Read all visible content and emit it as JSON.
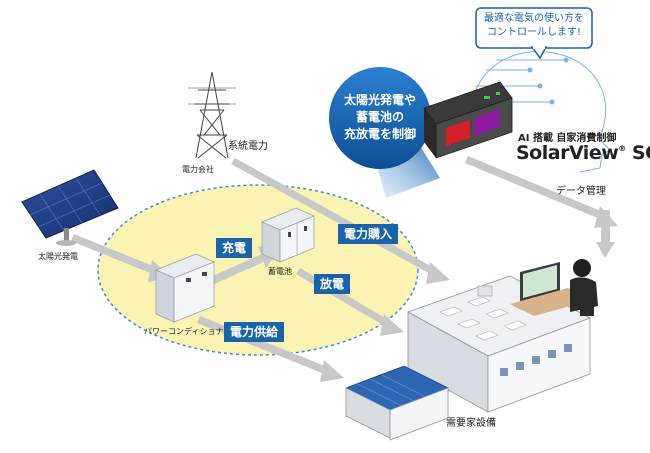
{
  "speech_bubble": {
    "line1": "最適な電気の使い方を",
    "line2": "コントロールします!"
  },
  "control_disc": {
    "line1": "太陽光発電や",
    "line2": "蓄電池の",
    "line3": "充放電を制御"
  },
  "product": {
    "subtitle": "AI 搭載 自家消費制御",
    "name": "SolarView",
    "reg": "®",
    "suffix": " SC"
  },
  "labels": {
    "power_company": "電力会社",
    "grid_power": "系統電力",
    "data_management": "データ管理",
    "solar": "太陽光発電",
    "battery": "蓄電池",
    "power_conditioner": "パワーコンディショナ",
    "facility": "需要家設備"
  },
  "tags": {
    "charge": "充電",
    "discharge": "放電",
    "purchase": "電力購入",
    "supply": "電力供給"
  },
  "colors": {
    "accent_blue": "#1a63a8",
    "zone_fill": "#fbf3b4",
    "zone_border": "#3f8fd0",
    "flow_arrow": "#c8c8c8"
  }
}
